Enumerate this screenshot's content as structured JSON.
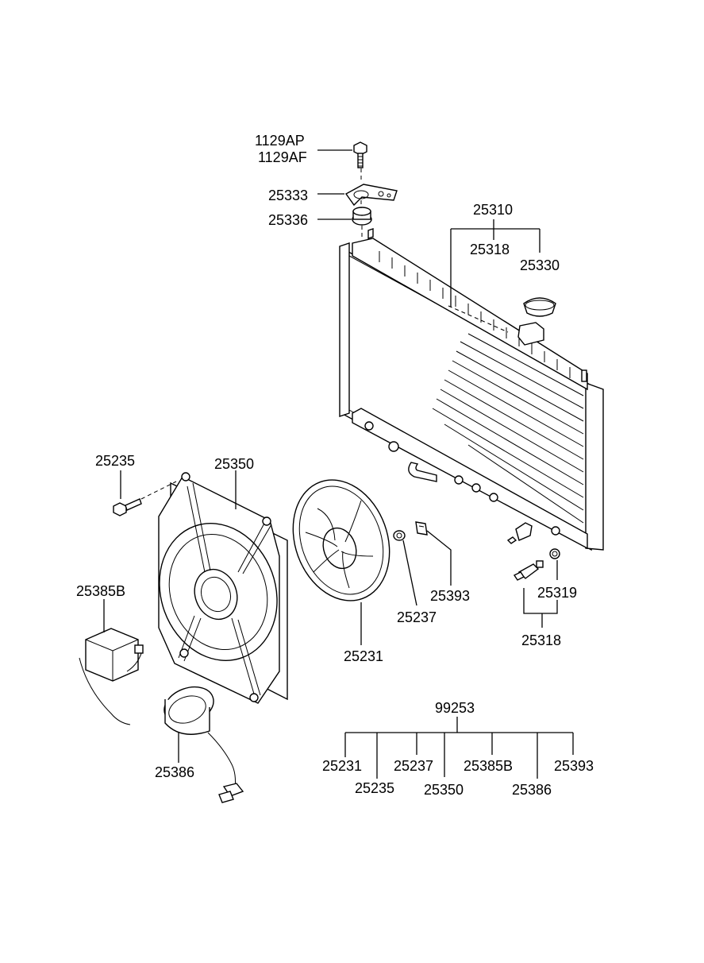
{
  "labels": {
    "bolt_1": "1129AP",
    "bolt_2": "1129AF",
    "bracket": "25333",
    "mount_insulator": "25336",
    "radiator_assy": "25310",
    "radiator_hose_top": "25318",
    "radiator_cap": "25330",
    "screw_left": "25235",
    "fan_shroud": "25350",
    "fan_controller": "25385B",
    "fan_motor": "25386",
    "fan_blade": "25231",
    "washer": "25237",
    "clip": "25393",
    "drain_plug_o_ring": "25319",
    "drain_plug": "25318",
    "kit_parent": "99253",
    "kit_1": "25231",
    "kit_2": "25235",
    "kit_3": "25237",
    "kit_4": "25350",
    "kit_5": "25385B",
    "kit_6": "25386",
    "kit_7": "25393"
  }
}
